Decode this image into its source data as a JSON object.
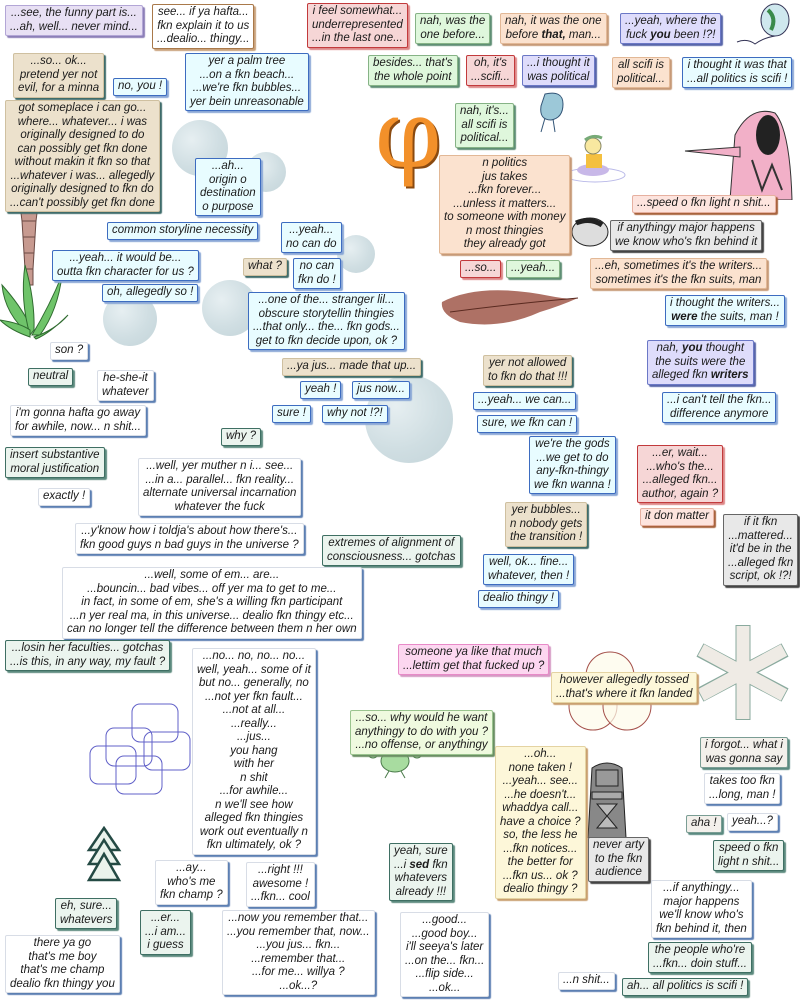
{
  "themes": {
    "lavender": {
      "bg": "#e8e0f4",
      "border": "#b3a6d6",
      "shadow": "#8c7fb8"
    },
    "brown": {
      "bg": "#ffffff",
      "border": "#a9794a",
      "shadow": "#c9a27c"
    },
    "red": {
      "bg": "#f6d6d6",
      "border": "#c23a3c",
      "shadow": "#d88"
    },
    "green": {
      "bg": "#dff7dc",
      "border": "#86b386",
      "shadow": "#5f8f74"
    },
    "peach": {
      "bg": "#fbe2cf",
      "border": "#e2b896",
      "shadow": "#c79a78"
    },
    "violet": {
      "bg": "#dedcfb",
      "border": "#6b78c6",
      "shadow": "#5866aa"
    },
    "tan": {
      "bg": "#ece1cc",
      "border": "#cfc0a0",
      "shadow": "#3f6c6a"
    },
    "lightblue": {
      "bg": "#e8fcff",
      "border": "#3d6cc0",
      "shadow": "#8aa7d6"
    },
    "mint": {
      "bg": "#ebf4ee",
      "border": "#3f6f63",
      "shadow": "#5c8a7e"
    },
    "white": {
      "bg": "#ffffff",
      "border": "#d8dde6",
      "shadow": "#5c7fb2"
    },
    "gray": {
      "bg": "#e8e8e8",
      "border": "#666666",
      "shadow": "#444444"
    },
    "pink": {
      "bg": "#fcd7f0",
      "border": "#e88ac8",
      "shadow": "#d59ac4"
    },
    "pinklight": {
      "bg": "#fde4de",
      "border": "#e6b0a0",
      "shadow": "#a8643e"
    },
    "yellow": {
      "bg": "#fdf7d9",
      "border": "#e4d3a2",
      "shadow": "#c9a070"
    },
    "lightgreen": {
      "bg": "#effadf",
      "border": "#9ac48e",
      "shadow": "#6b8f64"
    },
    "offwhite": {
      "bg": "#f3f0eb",
      "border": "#7a9d94",
      "shadow": "#5a8a80"
    }
  },
  "bubbles": [
    {
      "theme": "lavender",
      "lines": [
        "...see, the funny part is...",
        "...ah, well... never mind..."
      ]
    },
    {
      "theme": "brown",
      "lines": [
        "see... if ya hafta...",
        "fkn explain it to us",
        "...dealio... thingy..."
      ]
    },
    {
      "theme": "red",
      "lines": [
        "i feel somewhat...",
        "underrepresented",
        "...in the last one..."
      ]
    },
    {
      "theme": "green",
      "lines": [
        "nah, was the",
        "one before..."
      ]
    },
    {
      "theme": "peach",
      "lines": [
        "nah, it was the one",
        [
          "before ",
          {
            "b": "that,"
          },
          " man..."
        ]
      ]
    },
    {
      "theme": "violet",
      "lines": [
        "...yeah, where the",
        [
          "fuck ",
          {
            "b": "you"
          },
          " been !?!"
        ]
      ]
    },
    {
      "theme": "tan",
      "lines": [
        "...so... ok...",
        "pretend yer not",
        "evil, for a minna"
      ]
    },
    {
      "theme": "lightblue",
      "lines": [
        "no, you !"
      ]
    },
    {
      "theme": "lightblue",
      "lines": [
        "yer a palm tree",
        "...on a fkn beach...",
        "...we're fkn bubbles...",
        "yer bein unreasonable"
      ]
    },
    {
      "theme": "green",
      "lines": [
        "besides... that's",
        "the whole point"
      ]
    },
    {
      "theme": "red",
      "lines": [
        "oh, it's",
        "...scifi..."
      ]
    },
    {
      "theme": "violet",
      "lines": [
        "...i thought it",
        "was political"
      ]
    },
    {
      "theme": "peach",
      "lines": [
        "all scifi is",
        "political..."
      ]
    },
    {
      "theme": "lightblue",
      "lines": [
        "i thought it was that",
        "...all politics is scifi !"
      ]
    },
    {
      "theme": "tan",
      "lines": [
        "got someplace i can go...",
        "where... whatever... i was",
        "originally designed to do",
        "can possibly get fkn done",
        "without makin it fkn so that",
        "...whatever i was... allegedly",
        "originally designed to fkn do",
        "...can't possibly get fkn done"
      ]
    },
    {
      "theme": "lightblue",
      "lines": [
        "...ah...",
        "origin o",
        "destination",
        "o purpose"
      ]
    },
    {
      "theme": "green",
      "lines": [
        "nah, it's...",
        "all scifi is",
        "political..."
      ]
    },
    {
      "theme": "peach",
      "lines": [
        "n politics",
        "jus takes",
        "...fkn forever...",
        "...unless it matters...",
        "to someone with money",
        "n most thingies",
        "they already got"
      ]
    },
    {
      "theme": "pinklight",
      "lines": [
        "...speed o fkn light n shit..."
      ]
    },
    {
      "theme": "lightblue",
      "lines": [
        "common storyline necessity"
      ]
    },
    {
      "theme": "lightblue",
      "lines": [
        "...yeah...",
        "no can do"
      ]
    },
    {
      "theme": "gray",
      "lines": [
        "if anythingy major happens",
        "we know who's fkn behind it"
      ]
    },
    {
      "theme": "lightblue",
      "lines": [
        "...yeah... it would be...",
        "outta fkn character for us ?"
      ]
    },
    {
      "theme": "tan",
      "lines": [
        "what ?"
      ]
    },
    {
      "theme": "lightblue",
      "lines": [
        "no can",
        "fkn do !"
      ]
    },
    {
      "theme": "red",
      "lines": [
        "...so..."
      ]
    },
    {
      "theme": "green",
      "lines": [
        "...yeah..."
      ]
    },
    {
      "theme": "peach",
      "lines": [
        "...eh, sometimes it's the writers...",
        "sometimes it's the fkn suits, man"
      ]
    },
    {
      "theme": "lightblue",
      "lines": [
        "oh, allegedly so !"
      ]
    },
    {
      "theme": "lightblue",
      "lines": [
        "...one of the... stranger lil...",
        "obscure storytellin thingies",
        "...that only... the... fkn gods...",
        "get to fkn decide upon, ok ?"
      ]
    },
    {
      "theme": "lightblue",
      "lines": [
        "i thought the writers...",
        [
          {
            "b": "were"
          },
          " the suits, man !"
        ]
      ]
    },
    {
      "theme": "white",
      "lines": [
        "son ?"
      ]
    },
    {
      "theme": "violet",
      "lines": [
        [
          "nah, ",
          {
            "b": "you"
          },
          " thought"
        ],
        "the suits were the",
        [
          "alleged fkn ",
          {
            "b": "writers"
          }
        ]
      ]
    },
    {
      "theme": "tan",
      "lines": [
        "...ya jus... made that up..."
      ]
    },
    {
      "theme": "tan",
      "lines": [
        "yer not allowed",
        "to fkn do that !!!"
      ]
    },
    {
      "theme": "mint",
      "lines": [
        "neutral"
      ]
    },
    {
      "theme": "white",
      "lines": [
        "he-she-it",
        "whatever"
      ]
    },
    {
      "theme": "lightblue",
      "lines": [
        "yeah !"
      ]
    },
    {
      "theme": "lightblue",
      "lines": [
        "jus now..."
      ]
    },
    {
      "theme": "lightblue",
      "lines": [
        "...yeah... we can..."
      ]
    },
    {
      "theme": "lightblue",
      "lines": [
        "...i can't tell the fkn...",
        "difference anymore"
      ]
    },
    {
      "theme": "white",
      "lines": [
        "i'm gonna hafta go away",
        "for awhile, now... n shit..."
      ]
    },
    {
      "theme": "lightblue",
      "lines": [
        "sure !"
      ]
    },
    {
      "theme": "lightblue",
      "lines": [
        "why not !?!"
      ]
    },
    {
      "theme": "lightblue",
      "lines": [
        "sure, we fkn can !"
      ]
    },
    {
      "theme": "mint",
      "lines": [
        "why ?"
      ]
    },
    {
      "theme": "lightblue",
      "lines": [
        "we're the gods",
        "...we get to do",
        "any-fkn-thingy",
        "we fkn wanna !"
      ]
    },
    {
      "theme": "mint",
      "lines": [
        "insert substantive",
        "moral justification"
      ]
    },
    {
      "theme": "red",
      "lines": [
        "...er, wait...",
        "...who's the...",
        "...alleged fkn...",
        "author, again ?"
      ]
    },
    {
      "theme": "white",
      "lines": [
        "...well, yer muther n i... see...",
        "...in a... parallel... fkn reality...",
        "alternate universal incarnation",
        "whatever the fuck"
      ]
    },
    {
      "theme": "white",
      "lines": [
        "exactly !"
      ]
    },
    {
      "theme": "tan",
      "lines": [
        "yer bubbles...",
        "n nobody gets",
        "the transition !"
      ]
    },
    {
      "theme": "pinklight",
      "lines": [
        "it don matter"
      ]
    },
    {
      "theme": "gray",
      "lines": [
        "if it fkn",
        "...mattered...",
        "it'd be in the",
        "...alleged fkn",
        "script, ok !?!"
      ]
    },
    {
      "theme": "white",
      "lines": [
        "...y'know how i toldja's about how there's...",
        "fkn good guys n bad guys in the universe ?"
      ]
    },
    {
      "theme": "mint",
      "lines": [
        "extremes of alignment of",
        "consciousness... gotchas"
      ]
    },
    {
      "theme": "lightblue",
      "lines": [
        "well, ok... fine...",
        "whatever, then !"
      ]
    },
    {
      "theme": "white",
      "lines": [
        "...well, some of em... are...",
        "...bouncin... bad vibes... off yer ma to get to me...",
        "in fact, in some of em, she's a willing fkn participant",
        "...n yer real ma, in this universe... dealio fkn thingy etc...",
        "can no longer tell the difference between them n her own"
      ]
    },
    {
      "theme": "lightblue",
      "lines": [
        "dealio thingy !"
      ]
    },
    {
      "theme": "pink",
      "lines": [
        "someone ya like that much",
        "...lettim get that fucked up ?"
      ]
    },
    {
      "theme": "mint",
      "lines": [
        "...losin her faculties... gotchas",
        "...is this, in any way, my fault ?"
      ]
    },
    {
      "theme": "white",
      "lines": [
        "...no... no, no... no...",
        "well, yeah... some of it",
        "but no... generally, no",
        "...not yer fkn fault...",
        "...not at all...",
        "...really...",
        "...jus...",
        "you hang",
        "with her",
        "n shit",
        "...for awhile...",
        "n we'll see how",
        "alleged fkn thingies",
        "work out eventually n",
        "fkn ultimately, ok ?"
      ]
    },
    {
      "theme": "yellow",
      "lines": [
        "however allegedly tossed",
        "...that's where it fkn landed"
      ]
    },
    {
      "theme": "lightgreen",
      "lines": [
        "...so... why would he want",
        "anythingy to do with you ?",
        "...no offense, or anythingy"
      ]
    },
    {
      "theme": "yellow",
      "lines": [
        "...oh...",
        "none taken !",
        "...yeah... see...",
        "...he doesn't...",
        "whaddya call...",
        "have a choice ?",
        "so, the less he",
        "...fkn notices...",
        "the better for",
        "...fkn us... ok ?",
        "dealio thingy ?"
      ]
    },
    {
      "theme": "offwhite",
      "lines": [
        "i forgot... what i",
        "was gonna say"
      ]
    },
    {
      "theme": "white",
      "lines": [
        "takes too fkn",
        "...long, man !"
      ]
    },
    {
      "theme": "offwhite",
      "lines": [
        "aha !"
      ]
    },
    {
      "theme": "white",
      "lines": [
        "yeah...?"
      ]
    },
    {
      "theme": "mint",
      "lines": [
        "speed o fkn",
        "light n shit..."
      ]
    },
    {
      "theme": "gray",
      "lines": [
        "never arty",
        "to the fkn",
        "audience"
      ]
    },
    {
      "theme": "mint",
      "lines": [
        "yeah, sure",
        [
          "...i ",
          {
            "b": "sed"
          },
          " fkn"
        ],
        "whatevers",
        "already !!!"
      ]
    },
    {
      "theme": "white",
      "lines": [
        "...ay...",
        "who's me",
        "fkn champ ?"
      ]
    },
    {
      "theme": "white",
      "lines": [
        "...right !!!",
        "awesome !",
        "...fkn... cool"
      ]
    },
    {
      "theme": "white",
      "lines": [
        "...if anythingy...",
        "major happens",
        "we'll know who's",
        "fkn behind it, then"
      ]
    },
    {
      "theme": "mint",
      "lines": [
        "eh, sure...",
        "whatevers"
      ]
    },
    {
      "theme": "mint",
      "lines": [
        "...er...",
        "...i am...",
        "i guess"
      ]
    },
    {
      "theme": "white",
      "lines": [
        "...now you remember that...",
        "...you remember that, now...",
        "...you jus... fkn...",
        "...remember that...",
        "...for me... willya ?",
        "...ok...?"
      ]
    },
    {
      "theme": "white",
      "lines": [
        "there ya go",
        "that's me boy",
        "that's me champ",
        "dealio fkn thingy you"
      ]
    },
    {
      "theme": "white",
      "lines": [
        "...good...",
        "...good boy...",
        "i'll seeya's later",
        "...on the... fkn...",
        "...flip side...",
        "...ok..."
      ]
    },
    {
      "theme": "mint",
      "lines": [
        "the people who're",
        "...fkn... doin stuff..."
      ]
    },
    {
      "theme": "white",
      "lines": [
        "...n shit..."
      ]
    },
    {
      "theme": "mint",
      "lines": [
        "ah... all politics is scifi !"
      ]
    }
  ],
  "decor": {
    "phi_glyph": "φ",
    "icons": [
      "bubble-orbs",
      "palm-tree",
      "feather",
      "venn-circles",
      "asterisk",
      "triangles",
      "rounded-squares",
      "balloon-globe",
      "seated-girl",
      "pink-robed-figure",
      "stone-idol",
      "frog",
      "blob-creature",
      "stone-head"
    ]
  }
}
